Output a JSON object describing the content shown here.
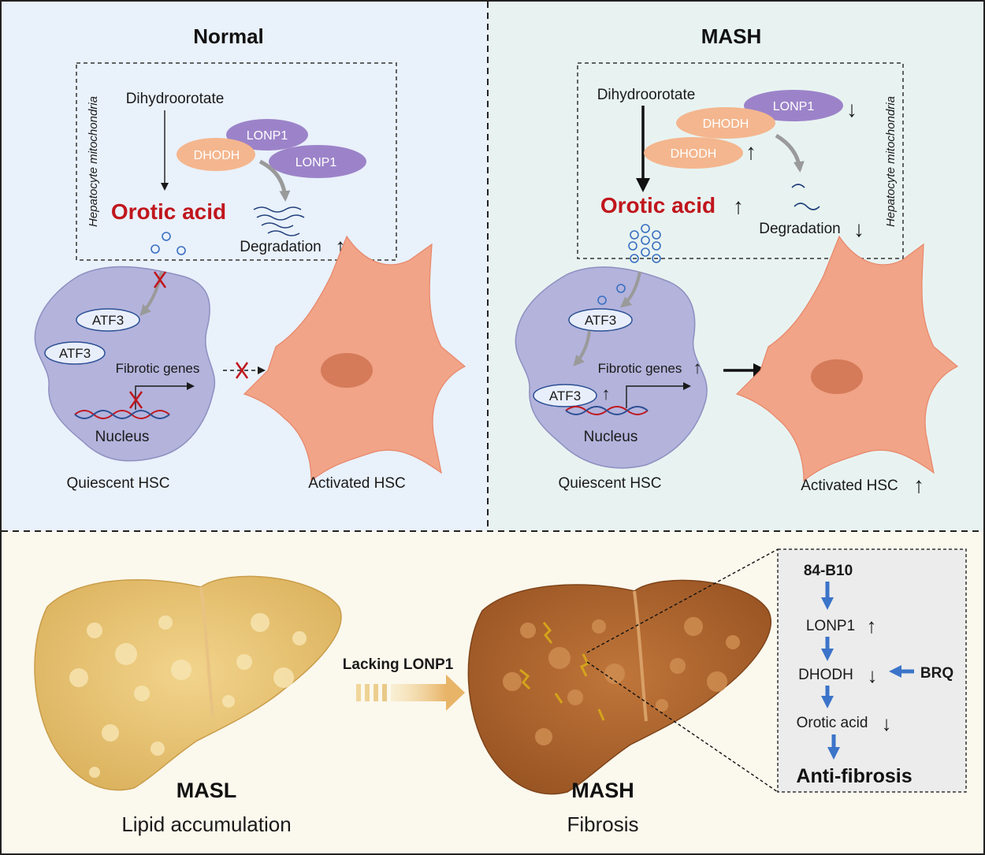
{
  "panels": {
    "normal": {
      "title": "Normal",
      "mito_label": "Hepatocyte mitochondria",
      "substrate": "Dihydroorotate",
      "enzyme": "DHODH",
      "protease_1": "LONP1",
      "protease_2": "LONP1",
      "product": "Orotic acid",
      "degradation": "Degradation",
      "tf_1": "ATF3",
      "tf_2": "ATF3",
      "genes": "Fibrotic genes",
      "nucleus": "Nucleus",
      "quiescent": "Quiescent HSC",
      "activated": "Activated HSC"
    },
    "mash": {
      "title": "MASH",
      "mito_label": "Hepatocyte mitochondria",
      "substrate": "Dihydroorotate",
      "protease": "LONP1",
      "enzyme_1": "DHODH",
      "enzyme_2": "DHODH",
      "product": "Orotic acid",
      "degradation": "Degradation",
      "tf_1": "ATF3",
      "tf_2": "ATF3",
      "genes": "Fibrotic genes",
      "nucleus": "Nucleus",
      "quiescent": "Quiescent HSC",
      "activated": "Activated HSC"
    }
  },
  "arrows": {
    "up": "↑",
    "down": "↓"
  },
  "bottom": {
    "masl_title": "MASL",
    "masl_sub": "Lipid accumulation",
    "transition": "Lacking LONP1",
    "mash_title": "MASH",
    "mash_sub": "Fibrosis",
    "therapy": {
      "drug": "84-B10",
      "step_1": "LONP1",
      "step_2": "DHODH",
      "inhibitor": "BRQ",
      "step_3": "Orotic acid",
      "outcome": "Anti-fibrosis"
    }
  },
  "colors": {
    "normal_bg": "#e9f1fb",
    "mash_bg": "#e8f3f1",
    "bottom_bg": "#fbf8ed",
    "red": "#c0161d",
    "lonp1": "#9c83c9",
    "dhodh": "#f4b68e",
    "hsc_cell": "#b3b3dc",
    "activated_cell": "#f1a487",
    "blue_arrow": "#3b74c9"
  }
}
